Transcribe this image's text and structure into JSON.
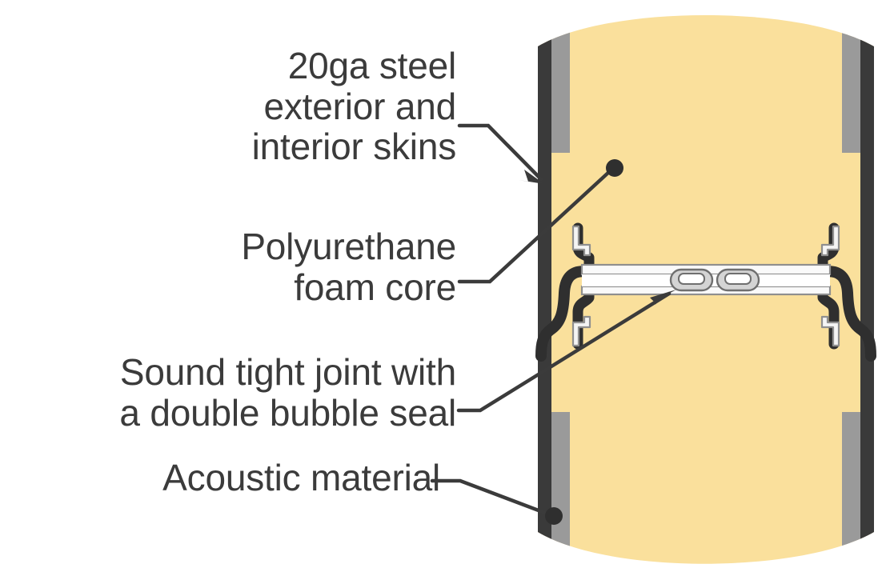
{
  "diagram": {
    "subject": "Acoustic door panel cross-section at the meeting stile joint",
    "colors": {
      "background": "#ffffff",
      "steel_skin": "#3a3a3a",
      "acoustic_material": "#9a9a9a",
      "foam_core": "#fae09c",
      "seam_metal_fill": "#ffffff",
      "seam_metal_shade": "#d8d8d8",
      "seal_fill": "#d6d6d6",
      "text": "#3b3b3b",
      "leader_line": "#3b3b3b"
    }
  },
  "callouts": [
    {
      "id": "steel-skin",
      "text": "20ga steel\nexterior and\ninterior skins",
      "leader_type": "arrow",
      "target_label": "outer steel skin edge"
    },
    {
      "id": "foam-core",
      "text": "Polyurethane\nfoam core",
      "leader_type": "dot",
      "target_label": "foam core interior"
    },
    {
      "id": "joint-seal",
      "text": "Sound tight joint with\na double bubble seal",
      "leader_type": "arrow",
      "target_label": "double bubble seal at joint"
    },
    {
      "id": "acoustic-material",
      "text": "Acoustic material",
      "leader_type": "dot",
      "target_label": "gray acoustic layer"
    }
  ],
  "panel": {
    "layers_left_to_right": [
      "steel skin",
      "acoustic material",
      "polyurethane foam core",
      "acoustic material",
      "steel skin"
    ],
    "seal_count": 2
  }
}
